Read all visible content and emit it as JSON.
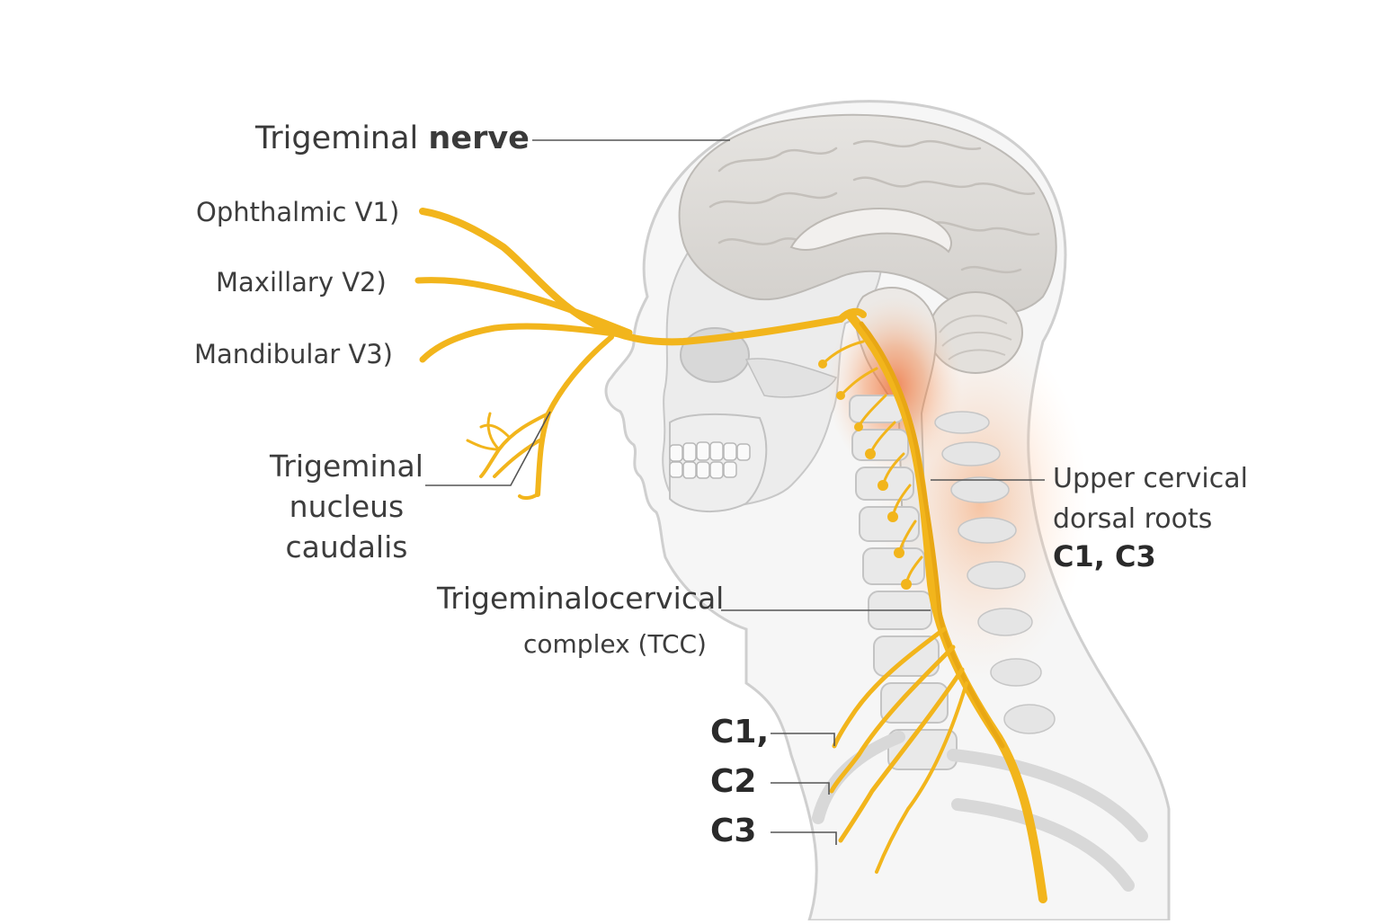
{
  "labels": {
    "title_regular": "Trigeminal",
    "title_bold": "nerve",
    "ophthalmic": "Ophthalmic V1)",
    "maxillary": "Maxillary V2)",
    "mandibular": "Mandibular V3)",
    "nucleus_line1": "Trigeminal",
    "nucleus_line2": "nucleus",
    "nucleus_line3": "caudalis",
    "tcc_line1": "Trigeminalocervical",
    "tcc_line2": "complex (TCC)",
    "upper_line1": "Upper cervical",
    "upper_line2": "dorsal roots",
    "upper_roots": "C1, C3",
    "c1": "C1,",
    "c2": "C2",
    "c3": "C3"
  },
  "colors": {
    "nerve": "#f2b51c",
    "nerve_dark": "#d99a10",
    "glow": "#f26b2a",
    "skin_outline": "#cfcfcf",
    "brain": "#dedcd9",
    "leader_line": "#555555"
  }
}
